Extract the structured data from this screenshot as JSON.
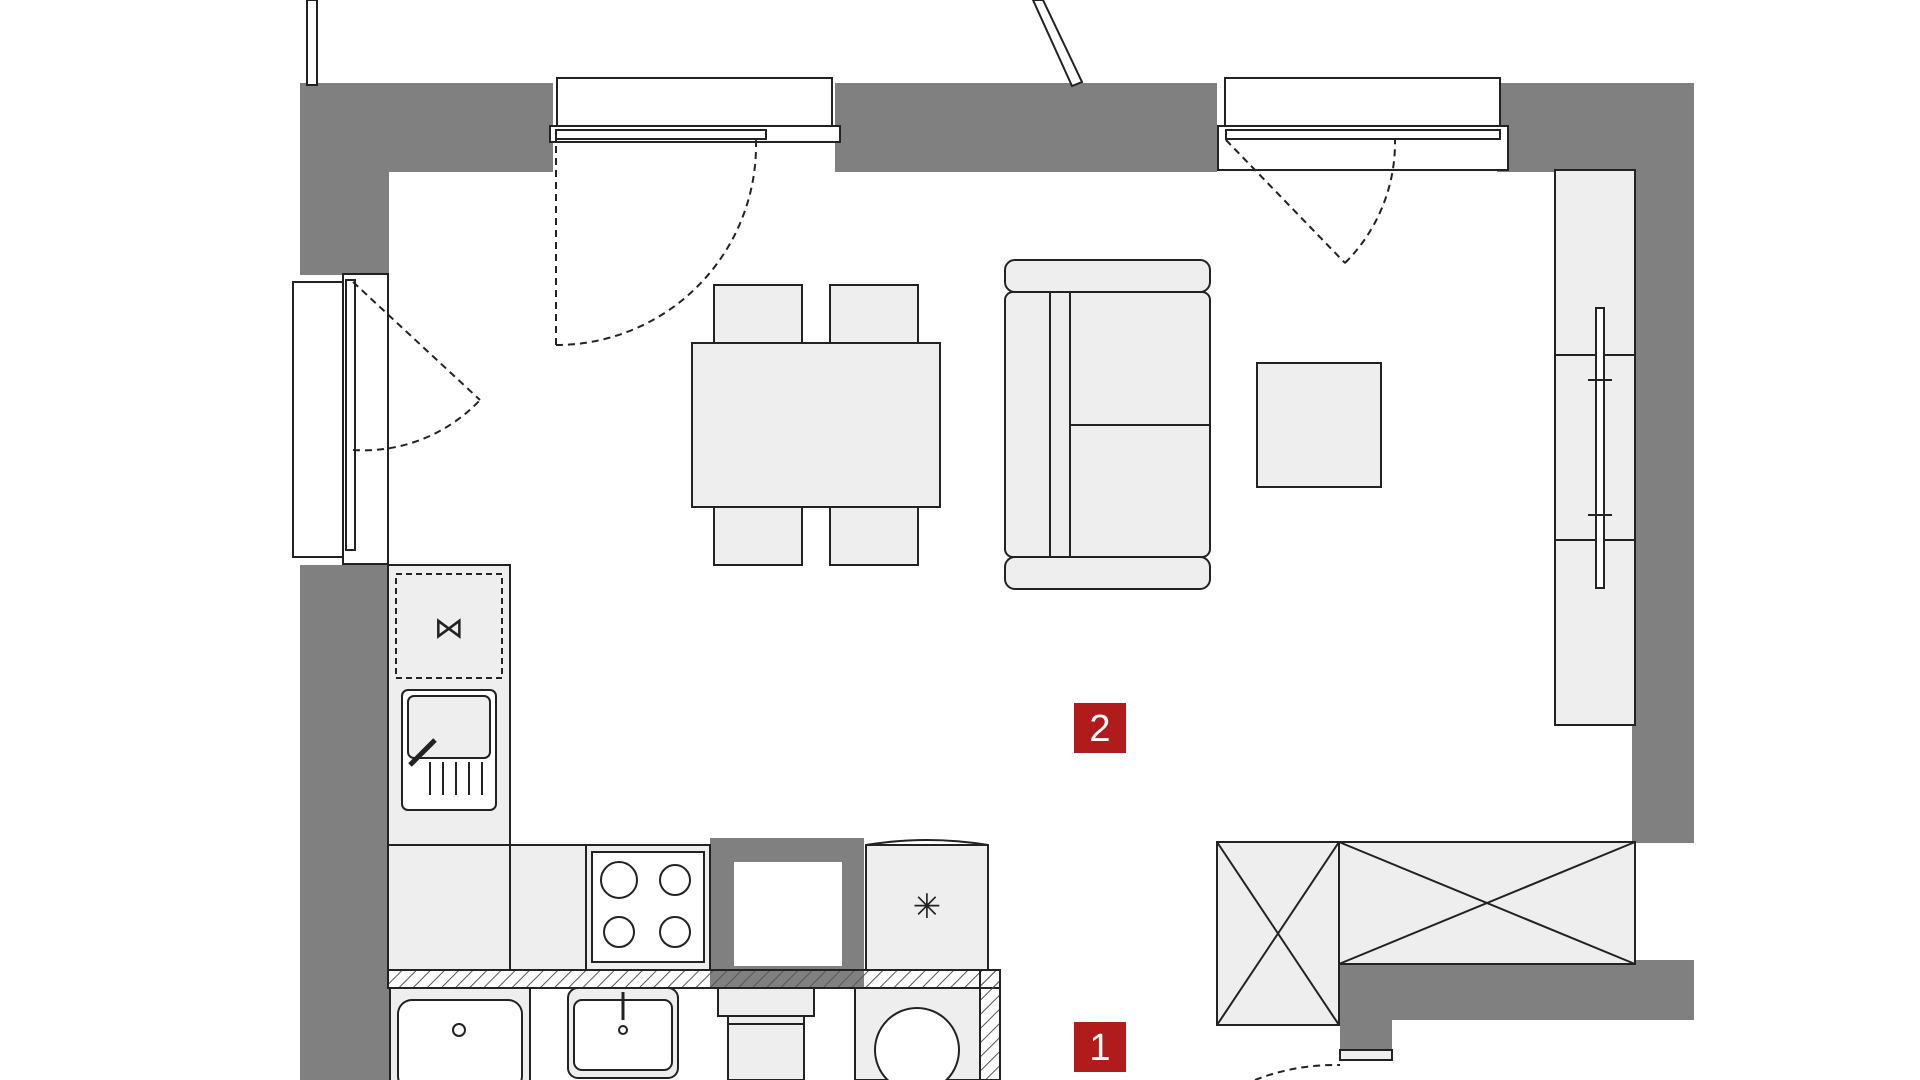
{
  "floor_plan": {
    "rooms": [
      {
        "id": "living-kitchen",
        "label": "2"
      },
      {
        "id": "hall",
        "label": "1"
      }
    ],
    "colors": {
      "wall": "#808080",
      "furniture_fill": "#eeeeee",
      "outline": "#222222",
      "badge": "#b01c1c",
      "background": "#ffffff"
    },
    "fixtures": {
      "hob": "hob-icon",
      "fridge": "snowflake-icon",
      "dishwasher": "dishwasher-icon",
      "sink": "sink-icon",
      "washing_machine": "washing-machine-icon"
    }
  }
}
